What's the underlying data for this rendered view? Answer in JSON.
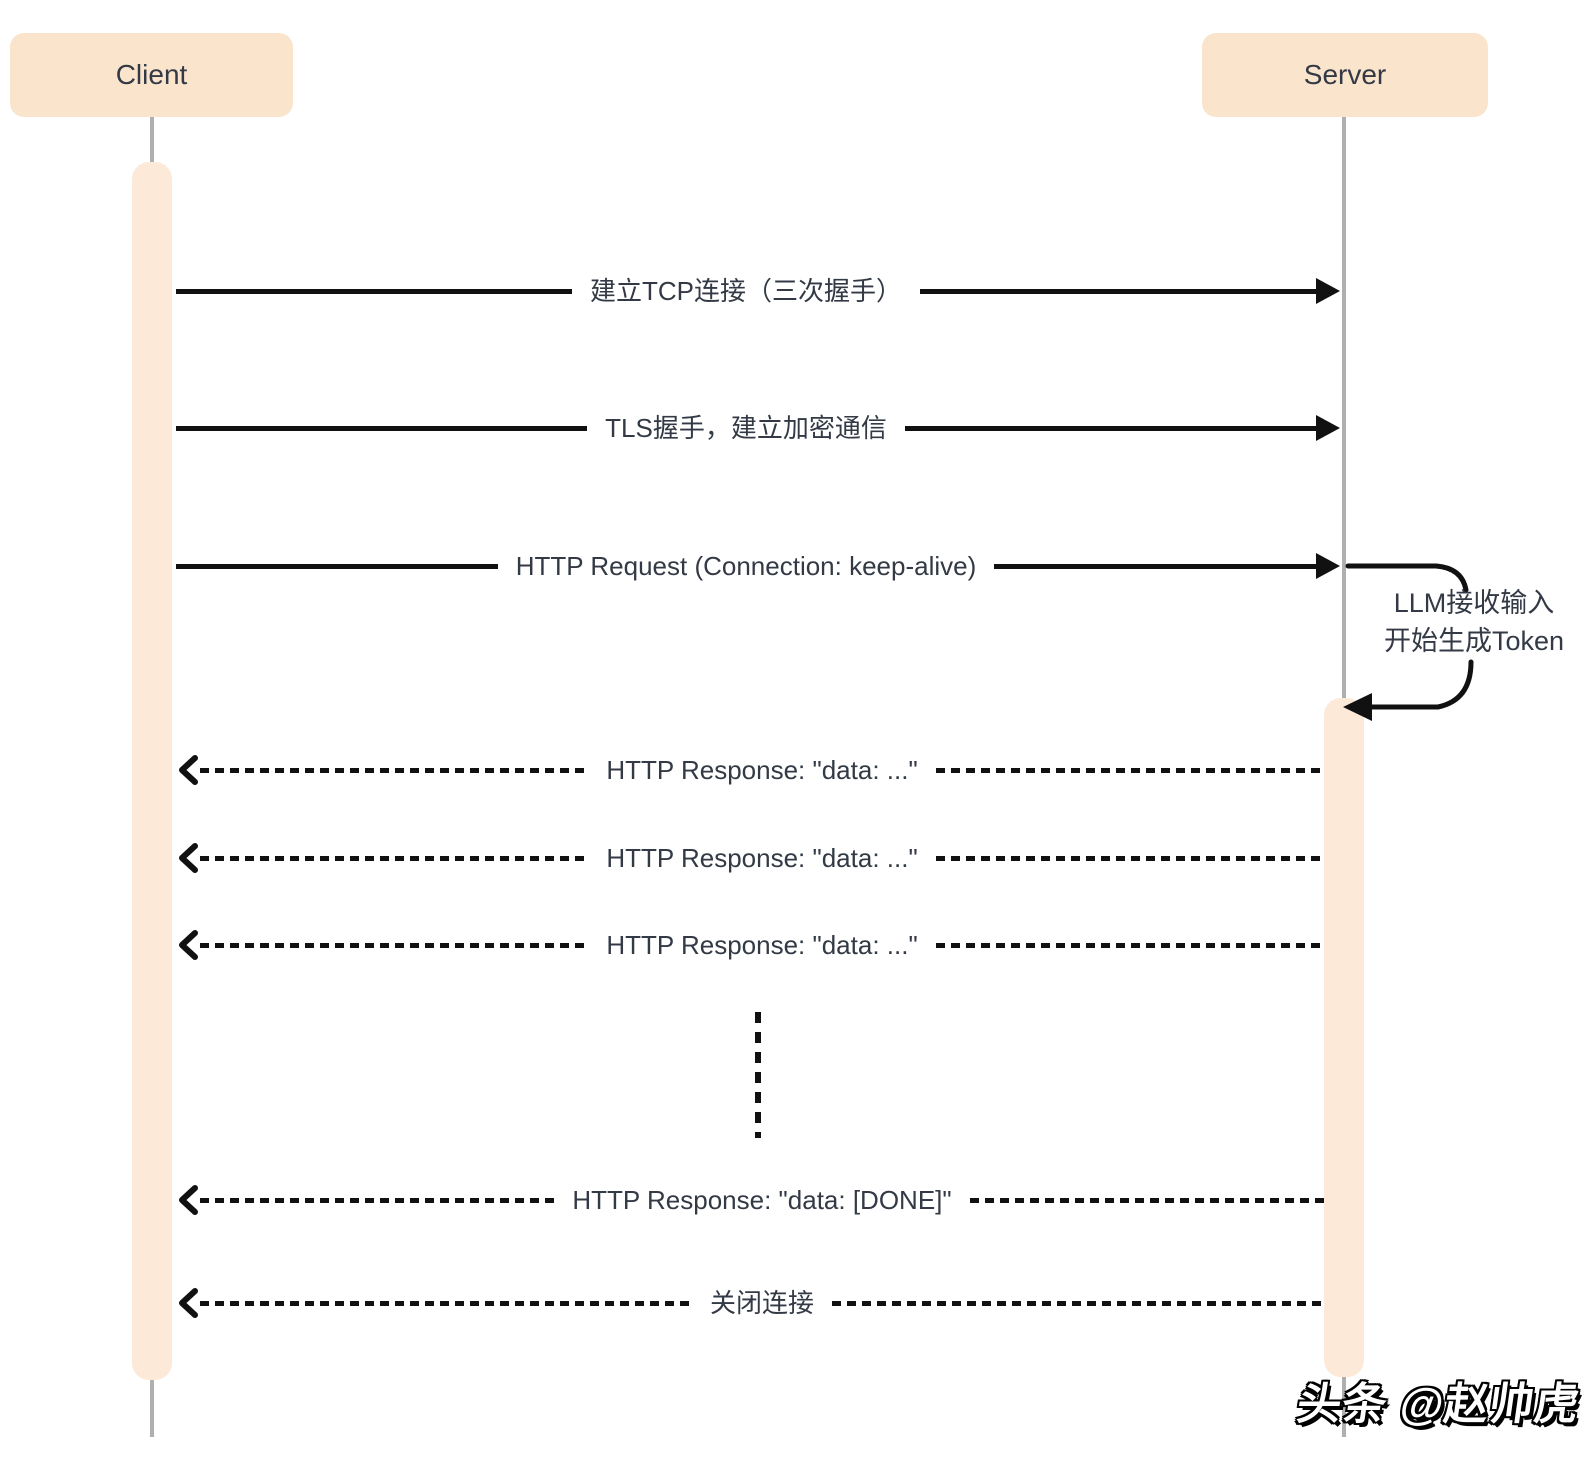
{
  "colors": {
    "actor_fill": "#FAE4CC",
    "activation_fill": "#FCE9D8",
    "lifeline": "#AFAFAF",
    "arrow": "#111111",
    "text": "#333A45"
  },
  "actors": {
    "client": "Client",
    "server": "Server"
  },
  "messages": {
    "tcp": "建立TCP连接（三次握手）",
    "tls": "TLS握手，建立加密通信",
    "http_request": "HTTP Request (Connection: keep-alive)",
    "responses": [
      "HTTP Response: \"data: ...\"",
      "HTTP Response: \"data: ...\"",
      "HTTP Response: \"data: ...\""
    ],
    "response_done": "HTTP Response: \"data: [DONE]\"",
    "close": "关闭连接"
  },
  "server_note": {
    "line1": "LLM接收输入",
    "line2": "开始生成Token"
  },
  "watermark": "头条 @赵帅虎"
}
